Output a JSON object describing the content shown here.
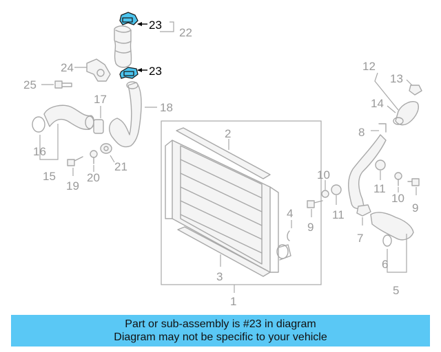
{
  "colors": {
    "highlight_part": "#4cc4ee",
    "banner_background": "#5ac8f5",
    "muted_line": "#a8a8a8",
    "muted_text": "#9a9a9a"
  },
  "callouts": {
    "c23a": "23",
    "c22": "22",
    "c23b": "23",
    "c24": "24",
    "c25": "25",
    "c17": "17",
    "c18": "18",
    "c16": "16",
    "c15": "15",
    "c19": "19",
    "c20": "20",
    "c21": "21",
    "c2": "2",
    "c4": "4",
    "c3": "3",
    "c1": "1",
    "c12": "12",
    "c13": "13",
    "c14": "14",
    "c8": "8",
    "c10a": "10",
    "c9a": "9",
    "c11a": "11",
    "c11b": "11",
    "c10b": "10",
    "c9b": "9",
    "c7": "7",
    "c6": "6",
    "c5": "5"
  },
  "highlighted_callout": "23",
  "banner": {
    "line1": "Part or sub-assembly is #23 in diagram",
    "line2": "Diagram may not be specific to your vehicle"
  }
}
